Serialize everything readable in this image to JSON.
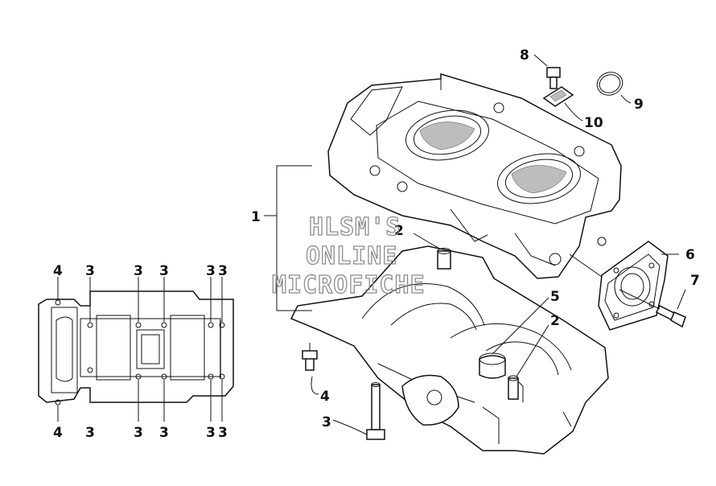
{
  "callouts": [
    {
      "id": "1",
      "text": "1"
    },
    {
      "id": "2a",
      "text": "2"
    },
    {
      "id": "2b",
      "text": "2"
    },
    {
      "id": "3",
      "text": "3"
    },
    {
      "id": "4",
      "text": "4"
    },
    {
      "id": "5",
      "text": "5"
    },
    {
      "id": "6",
      "text": "6"
    },
    {
      "id": "7",
      "text": "7"
    },
    {
      "id": "8",
      "text": "8"
    },
    {
      "id": "9",
      "text": "9"
    },
    {
      "id": "10",
      "text": "10"
    }
  ],
  "bolt_pattern": {
    "top_labels": [
      "4",
      "3",
      "3",
      "3",
      "3",
      "3"
    ],
    "bottom_labels": [
      "4",
      "3",
      "3",
      "3",
      "3",
      "3"
    ]
  },
  "watermark": {
    "line1": "HLSM'S",
    "line2": "ONLINE",
    "line3": "MICROFICHE"
  }
}
